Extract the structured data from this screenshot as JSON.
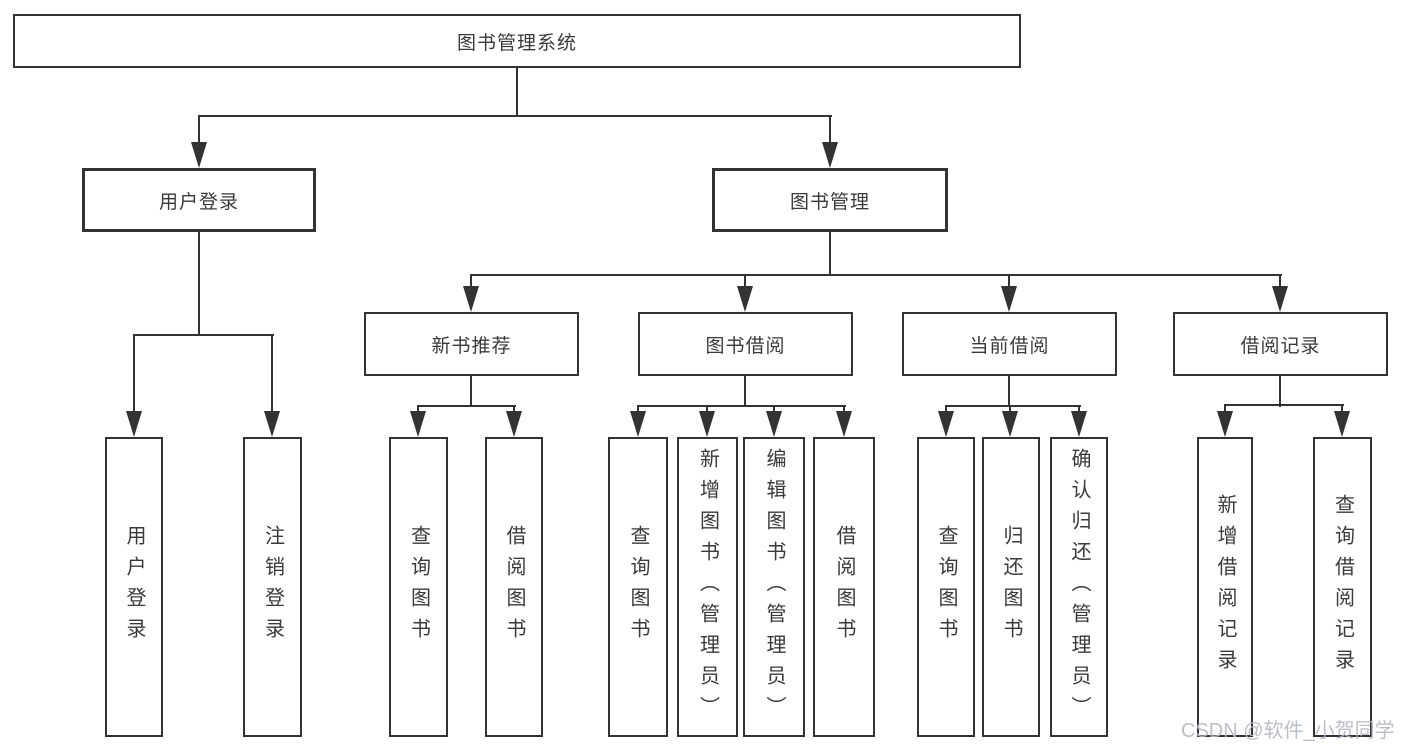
{
  "diagram": {
    "title_note": "functional structure tree",
    "root": {
      "label": "图书管理系统"
    },
    "branches": [
      {
        "label": "用户登录",
        "children": [
          {
            "label": "用户登录"
          },
          {
            "label": "注销登录"
          }
        ]
      },
      {
        "label": "图书管理",
        "children": [
          {
            "label": "新书推荐",
            "children": [
              {
                "label": "查询图书"
              },
              {
                "label": "借阅图书"
              }
            ]
          },
          {
            "label": "图书借阅",
            "children": [
              {
                "label": "查询图书"
              },
              {
                "label": "新增图书（管理员）"
              },
              {
                "label": "编辑图书（管理员）"
              },
              {
                "label": "借阅图书"
              }
            ]
          },
          {
            "label": "当前借阅",
            "children": [
              {
                "label": "查询图书"
              },
              {
                "label": "归还图书"
              },
              {
                "label": "确认归还（管理员）"
              }
            ]
          },
          {
            "label": "借阅记录",
            "children": [
              {
                "label": "新增借阅记录"
              },
              {
                "label": "查询借阅记录"
              }
            ]
          }
        ]
      }
    ]
  },
  "watermark": {
    "text": "CSDN @软件_小贺同学"
  },
  "colors": {
    "line": "#333333",
    "text": "#3a3a3a",
    "background": "#ffffff",
    "watermark": "#b3b9c4"
  }
}
